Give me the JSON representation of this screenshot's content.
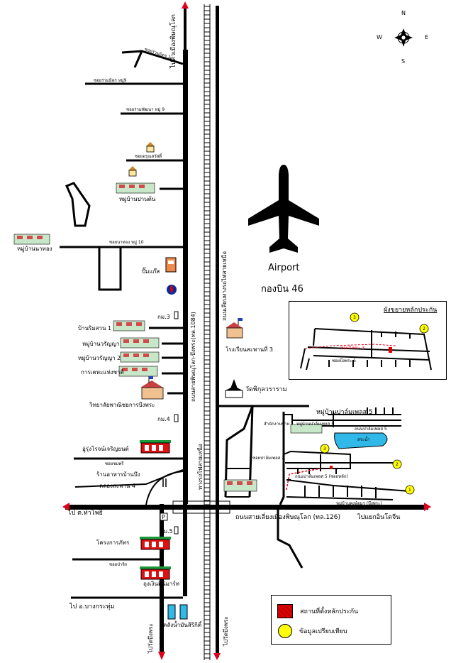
{
  "compass": {
    "n": "N",
    "s": "S",
    "e": "E",
    "w": "W"
  },
  "roads": {
    "main_north_label": "ไปตัวเมืองพิษณุโลก",
    "highway_1084": "ถนนสายพิษณุโลก-บึงพระ(ทล.1084)",
    "rail_road_north_label": "ถนนเลียบทางรถไฟสายเหนือ",
    "rail_north_label": "ทางรถไฟสายเหนือ",
    "bypass_label": "ถนนสายเลี่ยงเมืองพิษณุโลก (ทล.126)",
    "to_west": "ไป ต.ท่าโพธิ์",
    "to_east": "ไปแยกอินโดจีน",
    "to_bangkrathum": "ไป อ.บางกระทุ่ม",
    "to_bueng_phra_left": "ไปวัดบึงพระ",
    "to_bueng_phra_right": "ไปวัดบึงพระ"
  },
  "sois": [
    "ซอยร่วมมิตร 1",
    "ซอยร่วมมิตร หมู่9",
    "ซอยร่วมพัฒนา หมู่ 9",
    "ซอยอรุณสวัสดิ์",
    "ซอยนาทอง หมู่ 10",
    "ซอยชมพรี",
    "ซอยป่าจิก"
  ],
  "places": {
    "ban_pan_ton": "หมู่บ้านปานต้น",
    "ban_na_thong": "หมู่บ้านนาทอง",
    "gas_station": "ปั๊มแก๊ส",
    "km3": "กม.3",
    "ban_rim_suan": "บ้านริมสวน 1",
    "ban_worachanya": "หมู่บ้านวรัญญา",
    "ban_worachanya2": "หมู่บ้านวรัญญา 2",
    "national_housing": "การเคหะแห่งชาติ",
    "school": "โรงเรียนสะพานที่ 3",
    "college": "วิทยาลัยพาณิชยการบึงพระ",
    "temple": "วัดพิกุลวราราม",
    "km4": "กม.4",
    "palm_place": "หมู่บ้านปาล์มเพลส 5",
    "garage": "อู่รุ่งโรจน์เจริญยนต์",
    "restaurant": "ร้านอาหารบ้านบึง",
    "canal": "คลองสะพาน 4",
    "km5": "กม.5",
    "phattra_project": "โครงการภัทร",
    "minimart": "ถุงเงินมินิมาร์ท",
    "oil_depot": "คลังน้ำมันสิริกิติ์",
    "airport": "Airport",
    "wing46": "กองบิน 46"
  },
  "palm_detail": {
    "road_a": "สำนักงานขาย",
    "road_b": "หมู่บ้านปาล์มเพลส 5",
    "road_c": "ถนนปาล์มเพลส 5",
    "lake": "สระน้ำ",
    "road_d": "ซอยปาล์มเพลส 2",
    "road_e": "ถนนปาล์มเพลส 5 (ซอยหลัก)",
    "road_f": "หมู่บ้านพงษ์อมร (บึงพระ)"
  },
  "markers": [
    "1",
    "2",
    "3"
  ],
  "inset": {
    "title": "ผังขยายหลักประกัน",
    "road_label_1": "ซอยบึงพระ 5",
    "road_label_2": "ซอยบึงพระ 3",
    "markers": [
      "3",
      "2"
    ]
  },
  "legend": {
    "collateral": "สถานที่ตั้งหลักประกัน",
    "comparable": "ข้อมูลเปรียบเทียบ"
  },
  "colors": {
    "road": "#000000",
    "arrow": "#e0001b",
    "collateral": "#e00000",
    "comparable": "#ffff00"
  }
}
